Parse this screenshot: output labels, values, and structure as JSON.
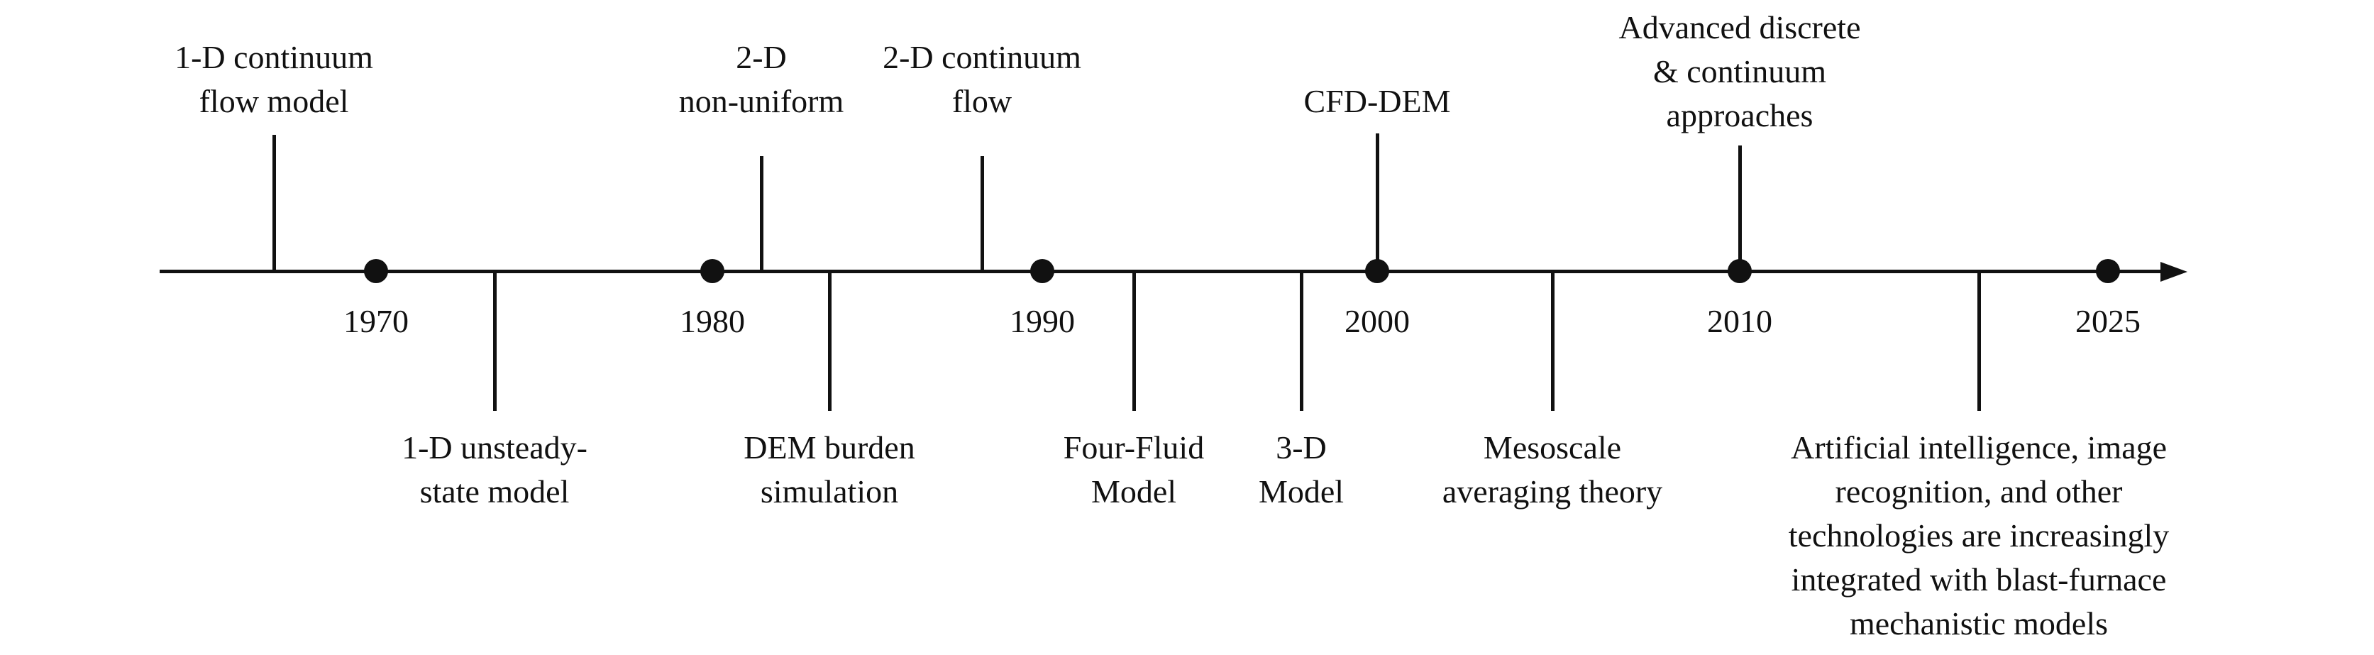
{
  "timeline": {
    "line_color": "#111111",
    "years": [
      {
        "label": "1970"
      },
      {
        "label": "1980"
      },
      {
        "label": "1990"
      },
      {
        "label": "2000"
      },
      {
        "label": "2010"
      },
      {
        "label": "2025"
      }
    ],
    "events_above": [
      {
        "label": "1-D continuum\nflow model"
      },
      {
        "label": "2-D\nnon-uniform"
      },
      {
        "label": "2-D continuum\nflow"
      },
      {
        "label": "CFD-DEM"
      },
      {
        "label": "Advanced discrete\n& continuum\napproaches"
      }
    ],
    "events_below": [
      {
        "label": "1-D unsteady-\nstate model"
      },
      {
        "label": "DEM burden\nsimulation"
      },
      {
        "label": "Four-Fluid\nModel"
      },
      {
        "label": "3-D\nModel"
      },
      {
        "label": "Mesoscale\naveraging theory"
      },
      {
        "label": "Artificial intelligence, image\nrecognition, and other\ntechnologies are increasingly\nintegrated with blast-furnace\nmechanistic models"
      }
    ]
  }
}
